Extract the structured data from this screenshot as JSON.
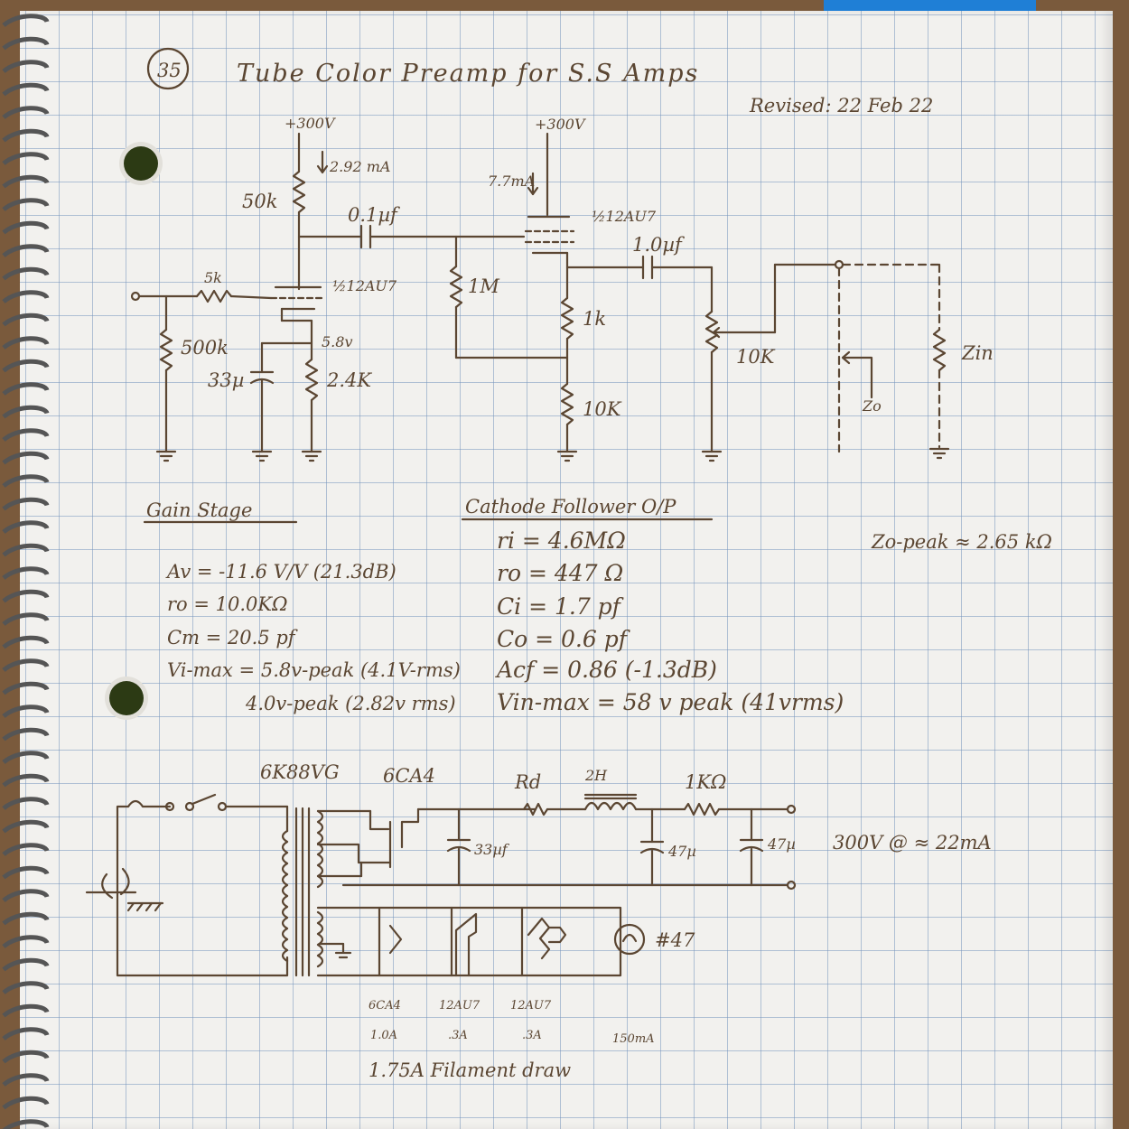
{
  "page": {
    "page_number": "35",
    "title": "Tube Color Preamp for S.S Amps",
    "revised": "Revised: 22 Feb 22"
  },
  "schematic": {
    "supply_left": "+300V",
    "supply_right": "+300V",
    "current_left": "2.92 mA",
    "current_right": "7.7mA",
    "r_50k": "50k",
    "c_01": "0.1µf",
    "tube_left": "½12AU7",
    "tube_right": "½12AU7",
    "c_10": "1.0µf",
    "r_5k": "5k",
    "r_500k": "500k",
    "v_58": "5.8v",
    "c_33": "33µ",
    "r_24k": "2.4K",
    "r_1m": "1M",
    "r_1k": "1k",
    "r_10k_cathode": "10K",
    "pot_10k": "10K",
    "z_in": "Zin",
    "z_o": "Zo"
  },
  "gain_stage": {
    "heading": "Gain Stage",
    "lines": [
      "Av = -11.6 V/V (21.3dB)",
      "ro = 10.0KΩ",
      "Cm = 20.5 pf",
      "Vi-max = 5.8v-peak (4.1V-rms)"
    ],
    "sub_line": "4.0v-peak (2.82v rms)"
  },
  "cathode_follower": {
    "heading": "Cathode Follower O/P",
    "lines": [
      "ri = 4.6MΩ",
      "ro = 447 Ω",
      "Ci = 1.7 pf",
      "Co = 0.6 pf",
      "Acf = 0.86 (-1.3dB)",
      "Vin-max = 58 v peak (41vrms)"
    ]
  },
  "zo_peak": "Zo-peak ≈ 2.65 kΩ",
  "power_supply": {
    "transformer": "6K88VG",
    "rectifier": "6CA4",
    "rd": "Rd",
    "inductor": "2H",
    "r_1k": "1KΩ",
    "c_33": "33µf",
    "c_47a": "47µ",
    "c_47b": "47µ",
    "output": "300V @ ≈ 22mA",
    "lamp": "#47",
    "fil_tubes": [
      "6CA4",
      "12AU7",
      "12AU7"
    ],
    "fil_currents": [
      "1.0A",
      ".3A",
      ".3A",
      "150mA"
    ],
    "fil_total": "1.75A Filament draw"
  },
  "colors": {
    "ink": "#5b4632",
    "paper": "#f2f1ee",
    "grid": "#7896be",
    "tab": "#1f7fd6"
  }
}
